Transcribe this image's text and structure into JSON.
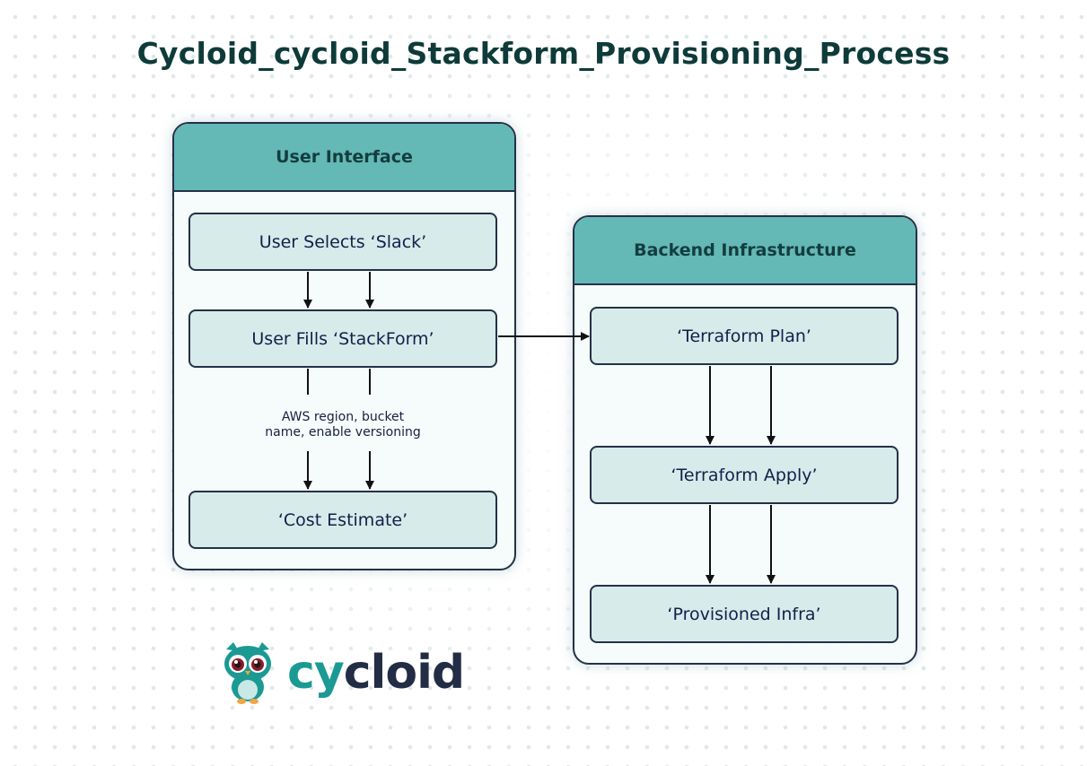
{
  "title": "Cycloid_cycloid_Stackform_Provisioning_Process",
  "colors": {
    "header_teal": "#64b8b6",
    "node_fill": "#d7ebea",
    "border_navy": "#243148",
    "title_green": "#0e3b39",
    "logo_teal": "#1b9a94",
    "logo_navy": "#222c45"
  },
  "panels": {
    "user_interface": {
      "label": "User Interface",
      "nodes": {
        "user_selects": "User Selects ‘Slack’",
        "user_fills": "User Fills ‘StackForm’",
        "cost_estimate": "‘Cost Estimate’"
      }
    },
    "backend_infrastructure": {
      "label": "Backend Infrastructure",
      "nodes": {
        "terraform_plan": "‘Terraform Plan’",
        "terraform_apply": "‘Terraform Apply’",
        "provisioned_infra": "‘Provisioned Infra’"
      }
    }
  },
  "edge_labels": {
    "fills_to_cost": "AWS region, bucket\nname, enable versioning"
  },
  "logo": {
    "icon": "owl-mascot-icon",
    "text_part1": "cy",
    "text_part2": "cloid"
  }
}
